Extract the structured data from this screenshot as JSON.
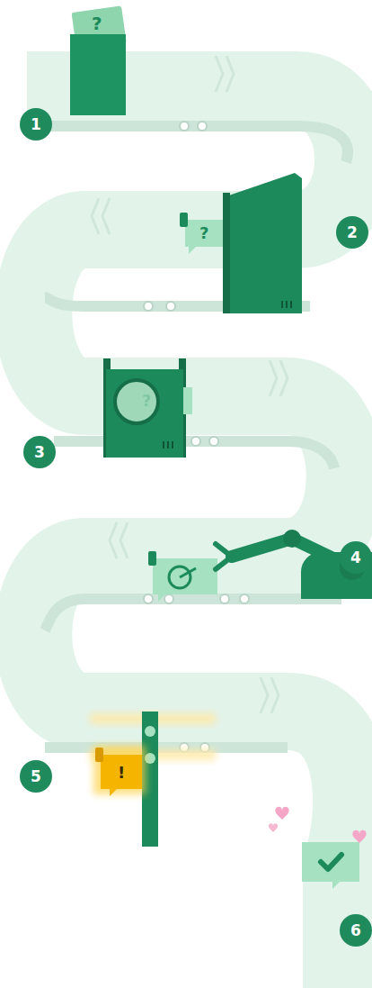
{
  "diagram": {
    "nodes": [
      {
        "text": [
          "1"
        ]
      },
      {
        "text": [
          "2"
        ]
      },
      {
        "text": [
          "3"
        ]
      },
      {
        "text": [
          "4"
        ]
      },
      {
        "text": [
          "5"
        ]
      },
      {
        "text": [
          "6"
        ]
      }
    ],
    "labels": [
      "?",
      "?",
      "?",
      "!"
    ]
  }
}
